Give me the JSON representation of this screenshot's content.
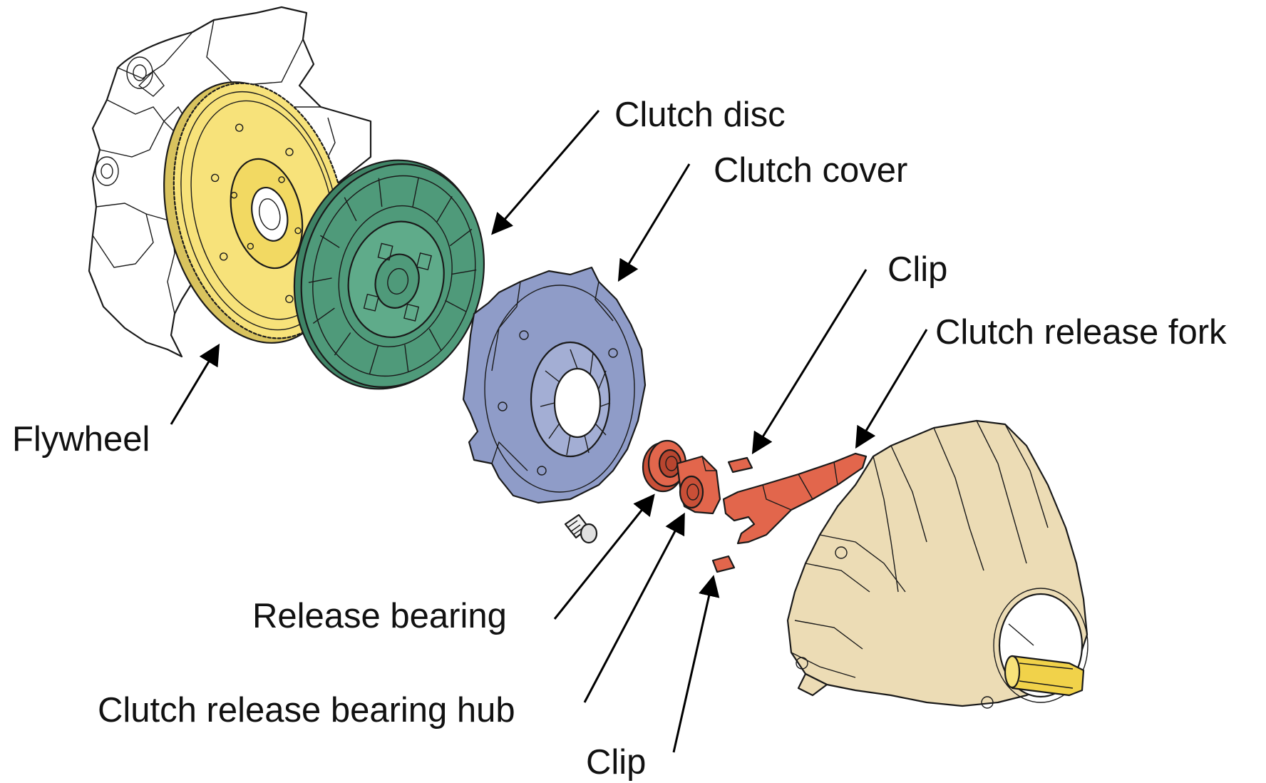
{
  "colors": {
    "flywheel": "#f7e27a",
    "clutch_disc": "#4f9a7a",
    "clutch_cover": "#8f9cc8",
    "release_parts": "#e2664c",
    "housing": "#ecdcb5",
    "input_shaft": "#f1d24a",
    "engine": "#ffffff"
  },
  "labels": {
    "clutch_disc": "Clutch disc",
    "clutch_cover": "Clutch cover",
    "clip_top": "Clip",
    "clutch_release_fork": "Clutch release fork",
    "flywheel": "Flywheel",
    "release_bearing": "Release bearing",
    "clutch_release_bearing_hub": "Clutch release bearing hub",
    "clip_bottom": "Clip"
  }
}
